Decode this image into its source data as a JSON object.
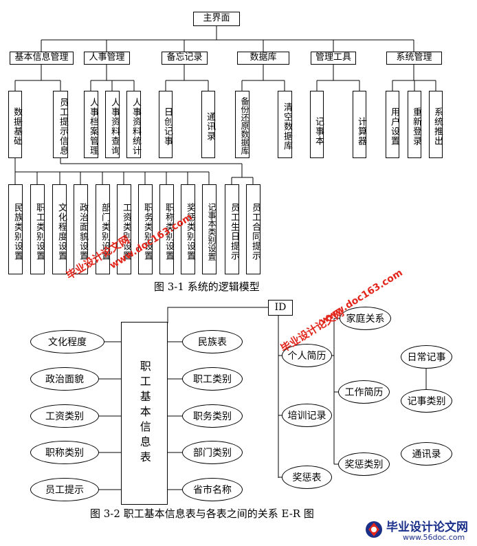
{
  "fig1": {
    "root": "主界面",
    "modules": [
      "基本信息管理",
      "人事管理",
      "备忘记录",
      "数据库",
      "管理工具",
      "系统管理"
    ],
    "level2": [
      "数据基础",
      "员工提示信息",
      "人事档案管理",
      "人事资料查询",
      "人事资料统计",
      "日创记事",
      "通讯录",
      "备份还原数据库",
      "清空数据库",
      "记事本",
      "计算器",
      "用户设置",
      "重新登录",
      "系统推出"
    ],
    "level3": [
      "民族类别设置",
      "职工类别设置",
      "文化程度设置",
      "政治面貌设置",
      "部门类别设置",
      "工资类别设置",
      "职务类别设置",
      "职称类别设置",
      "奖惩类别设置",
      "记事本类别设置",
      "员工生日提示",
      "员工合同提示"
    ],
    "caption": "图 3-1    系统的逻辑模型"
  },
  "fig2": {
    "center": "职工基本信息表",
    "left": [
      "文化程度",
      "政治面貌",
      "工资类别",
      "职称类别",
      "员工提示"
    ],
    "right": [
      "民族表",
      "职工类别",
      "职务类别",
      "部门类别",
      "省市名称"
    ],
    "id": "ID",
    "mid": [
      "个人简历",
      "培训记录",
      "奖惩表"
    ],
    "far": [
      "家庭关系",
      "工作简历",
      "奖惩类别"
    ],
    "misc": [
      "日常记事",
      "记事类别",
      "通讯录"
    ],
    "caption": "图 3-2  职工基本信息表与各表之间的关系 E-R 图"
  },
  "watermarks": {
    "brand": "毕业设计论文网",
    "url": "www.doc163.com",
    "footer_brand": "毕业设计论文网",
    "footer_url": "www.56doc.com"
  },
  "colors": {
    "watermark": "#e3261c",
    "logo_blue": "#1a2f8a"
  }
}
